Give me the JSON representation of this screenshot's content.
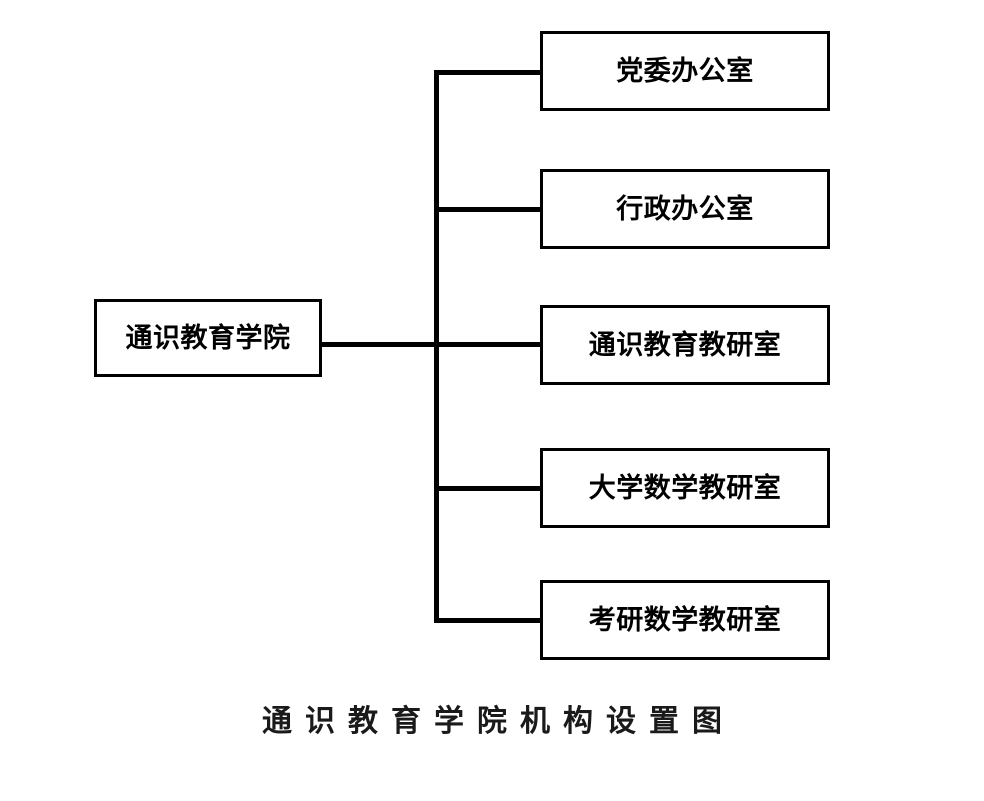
{
  "diagram": {
    "type": "org-chart",
    "caption": "通识教育学院机构设置图",
    "root": {
      "label": "通识教育学院"
    },
    "children": [
      {
        "label": "党委办公室"
      },
      {
        "label": "行政办公室"
      },
      {
        "label": "通识教育教研室"
      },
      {
        "label": "大学数学教研室"
      },
      {
        "label": "考研数学教研室"
      }
    ],
    "colors": {
      "background": "#ffffff",
      "box_border": "#000000",
      "box_fill": "#ffffff",
      "connector": "#000000",
      "text": "#000000",
      "caption_text": "#1a1a1a"
    }
  }
}
